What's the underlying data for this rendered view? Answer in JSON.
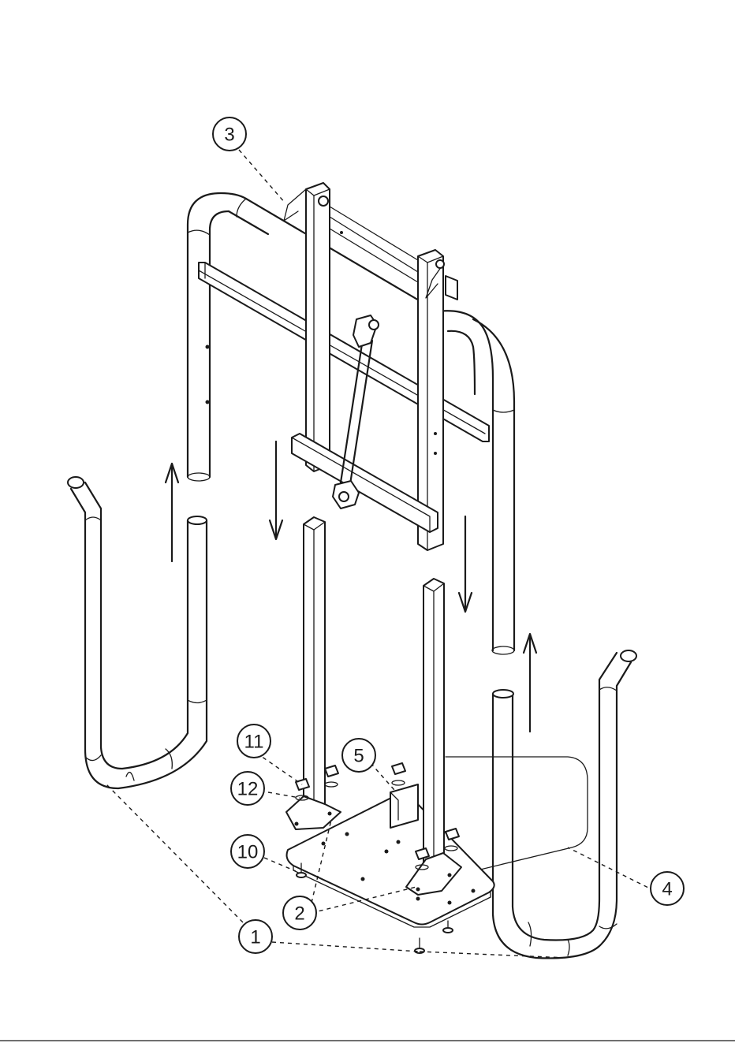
{
  "callouts": [
    {
      "id": "c3",
      "label": "3"
    },
    {
      "id": "c11",
      "label": "11"
    },
    {
      "id": "c5",
      "label": "5"
    },
    {
      "id": "c12",
      "label": "12"
    },
    {
      "id": "c10",
      "label": "10"
    },
    {
      "id": "c4",
      "label": "4"
    },
    {
      "id": "c2",
      "label": "2"
    },
    {
      "id": "c1",
      "label": "1"
    }
  ]
}
